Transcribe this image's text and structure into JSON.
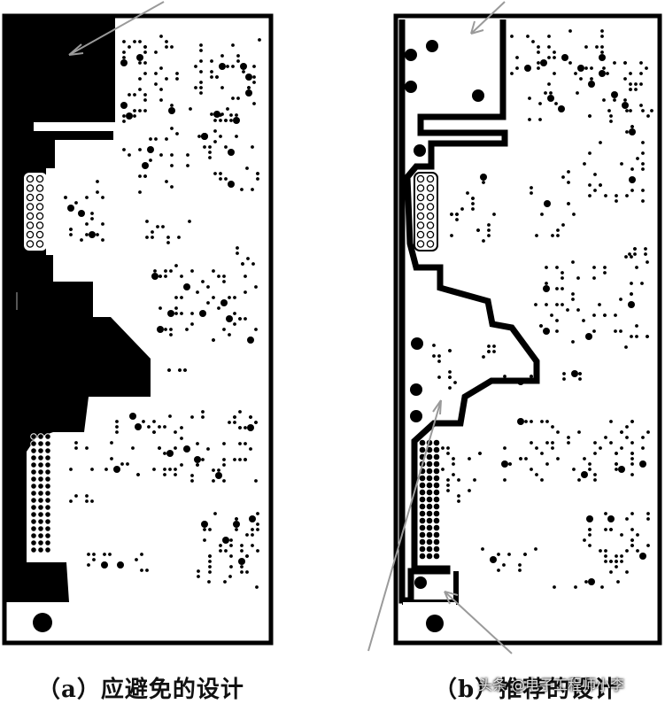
{
  "figure": {
    "panel_a": {
      "caption": "（a）应避免的设计"
    },
    "panel_b": {
      "caption": "（b）推荐的设计"
    },
    "watermark": "头条 @电子工程师小李",
    "colors": {
      "ink": "#000000",
      "paper": "#ffffff",
      "arrow": "#9a9a9a"
    }
  }
}
